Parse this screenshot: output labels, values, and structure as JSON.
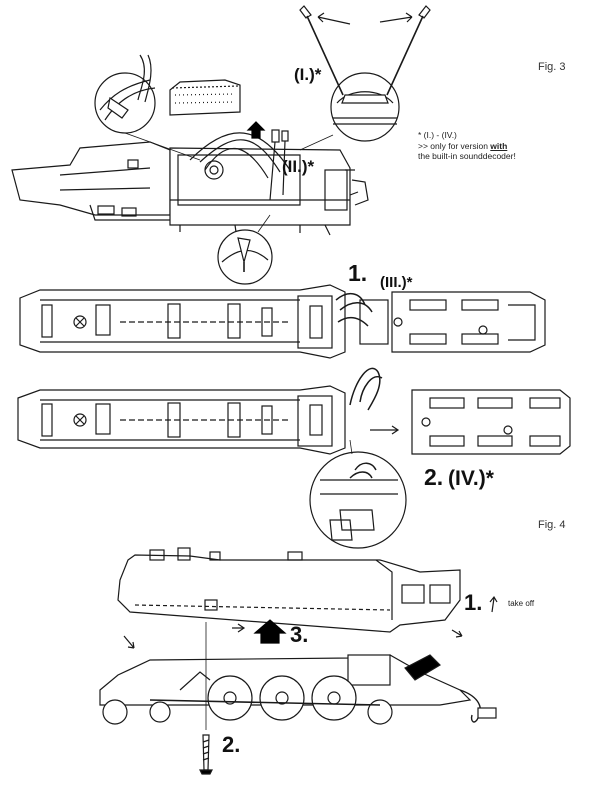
{
  "figure3": {
    "label": "Fig. 3",
    "step_i": "(I.)*",
    "step_ii": "(II.)*",
    "step_iii_num": "1.",
    "step_iii": "(III.)*",
    "step_iv_num": "2.",
    "step_iv": "(IV.)*",
    "footnote": {
      "line1": "* (I.) - (IV.)",
      "line2_prefix": ">> only for version ",
      "line2_bold": "with",
      "line3": "the built-in sounddecoder!"
    }
  },
  "figure4": {
    "label": "Fig. 4",
    "step1_num": "1.",
    "step1_text": "take off",
    "step2_num": "2.",
    "step3_num": "3."
  },
  "colors": {
    "line": "#1a1a1a",
    "fill": "#ffffff",
    "accent": "#000000"
  }
}
